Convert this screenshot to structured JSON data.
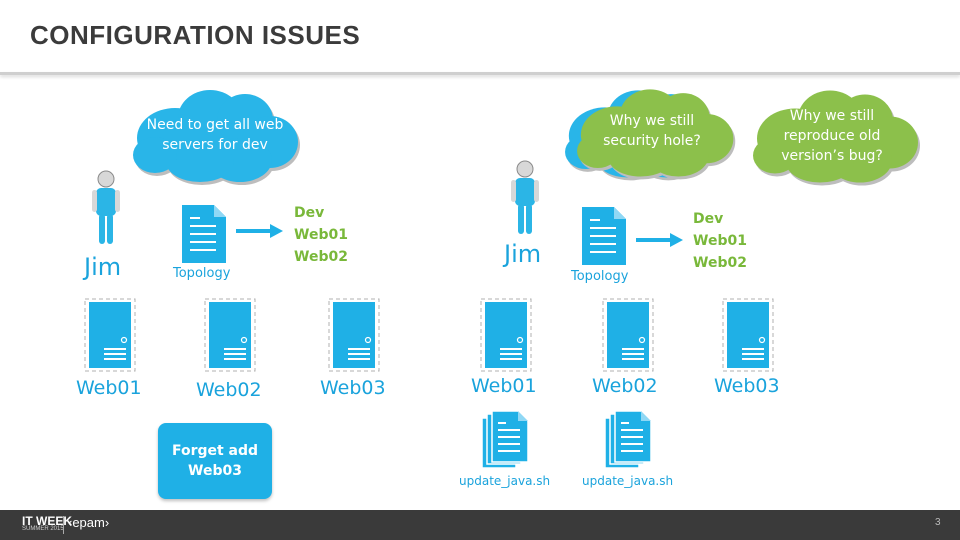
{
  "title": "CONFIGURATION ISSUES",
  "left": {
    "cloud_line1": "Need to get all web",
    "cloud_line2": "servers for dev",
    "person": "Jim",
    "topology": "Topology",
    "dev": "Dev",
    "dev_web1": "Web01",
    "dev_web2": "Web02",
    "servers": [
      "Web01",
      "Web02",
      "Web03"
    ],
    "note_line1": "Forget add",
    "note_line2": "Web03"
  },
  "right": {
    "cloud_mid_line1": "Why we still",
    "cloud_mid_line2": "security hole?",
    "cloud_right_line1": "Why we still",
    "cloud_right_line2": "reproduce old",
    "cloud_right_line3": "version’s bug?",
    "person": "Jim",
    "topology": "Topology",
    "dev": "Dev",
    "dev_web1": "Web01",
    "dev_web2": "Web02",
    "servers": [
      "Web01",
      "Web02",
      "Web03"
    ],
    "scripts": [
      "update_java.sh",
      "update_java.sh"
    ]
  },
  "footer": {
    "brand_line1": "IT WEEK",
    "brand_line2": "SUMMER 2015",
    "brand_epam": "‹epam›",
    "page_number": "3"
  },
  "colors": {
    "accent_blue": "#1aa3dc",
    "cloud_blue": "#29b5e8",
    "cloud_green": "#8cc04b",
    "dev_green": "#79b83a",
    "footer_bg": "#3a3a3a"
  }
}
